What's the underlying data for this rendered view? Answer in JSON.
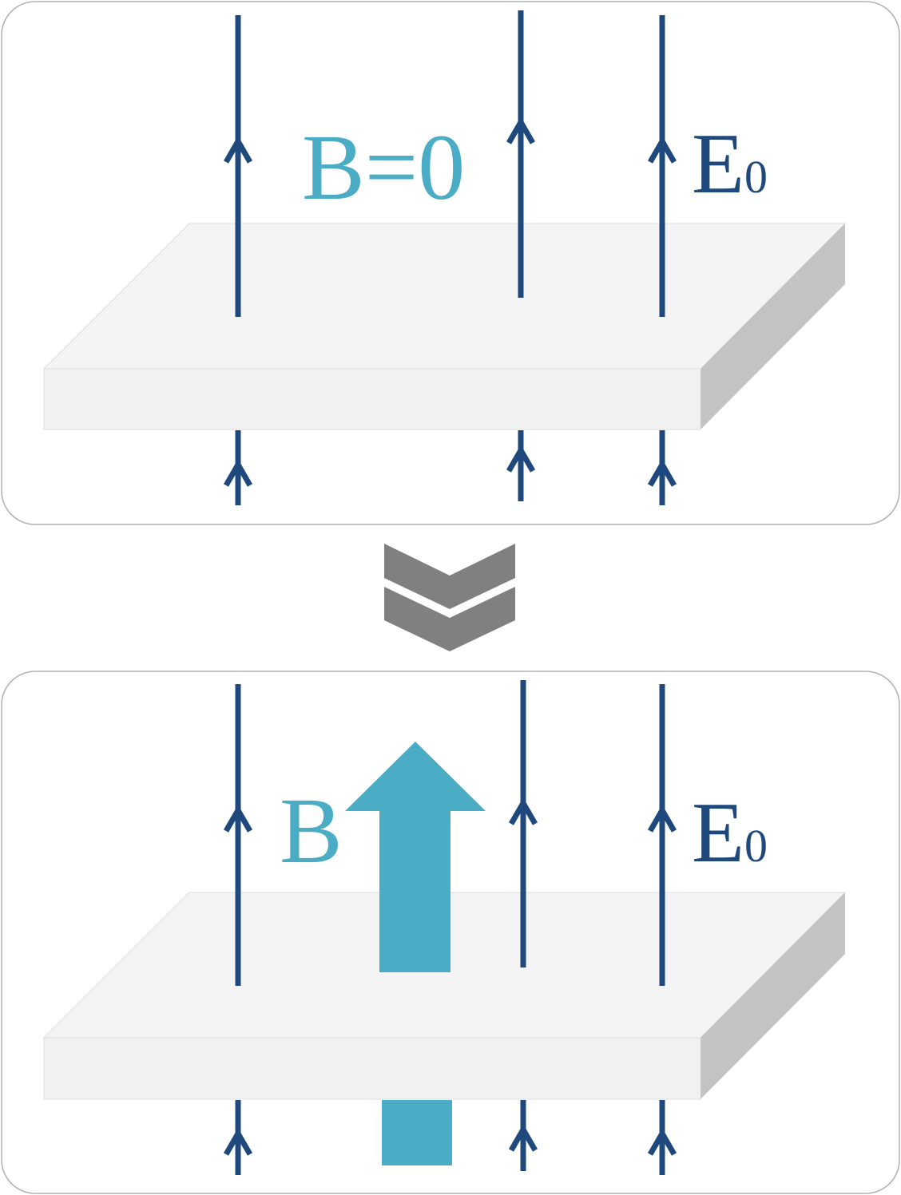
{
  "panel_top": {
    "field_label": "B=0",
    "e_label_main": "E",
    "e_label_sub": "0"
  },
  "panel_bottom": {
    "field_label": "B",
    "e_label_main": "E",
    "e_label_sub": "0"
  },
  "colors": {
    "field_line": "#1f497d",
    "magnetic": "#4bacc6",
    "slab_top": "#f4f4f4",
    "slab_front": "#f1f1f1",
    "slab_side": "#c3c3c3",
    "panel_border": "#b0b0b0",
    "chevron": "#808080"
  },
  "icons": {
    "transition": "double-chevron-down-icon",
    "field_arrow": "arrow-up-icon"
  }
}
